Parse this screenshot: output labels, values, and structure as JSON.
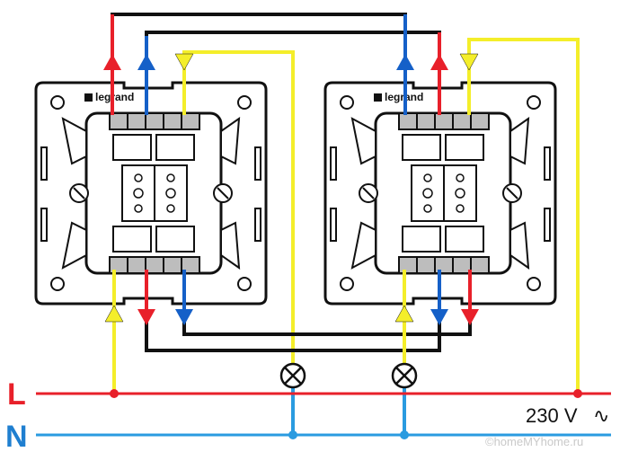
{
  "brand_left": "legrand",
  "brand_right": "legrand",
  "line_label": "L",
  "neutral_label": "N",
  "voltage_label": "230 V",
  "voltage_symbol": "∿",
  "watermark": "©homeMYhome.ru",
  "colors": {
    "phase": "#e8202a",
    "neutral": "#2a9be0",
    "red_wire": "#e8202a",
    "blue_wire": "#1560c8",
    "yellow_wire": "#f4ee2a",
    "black_wire": "#111111",
    "line_letter": "#e8202a",
    "neutral_letter": "#1f7fd0"
  },
  "icons": [
    "lamp-icon",
    "arrow-up-icon",
    "arrow-down-icon",
    "switch-module"
  ]
}
